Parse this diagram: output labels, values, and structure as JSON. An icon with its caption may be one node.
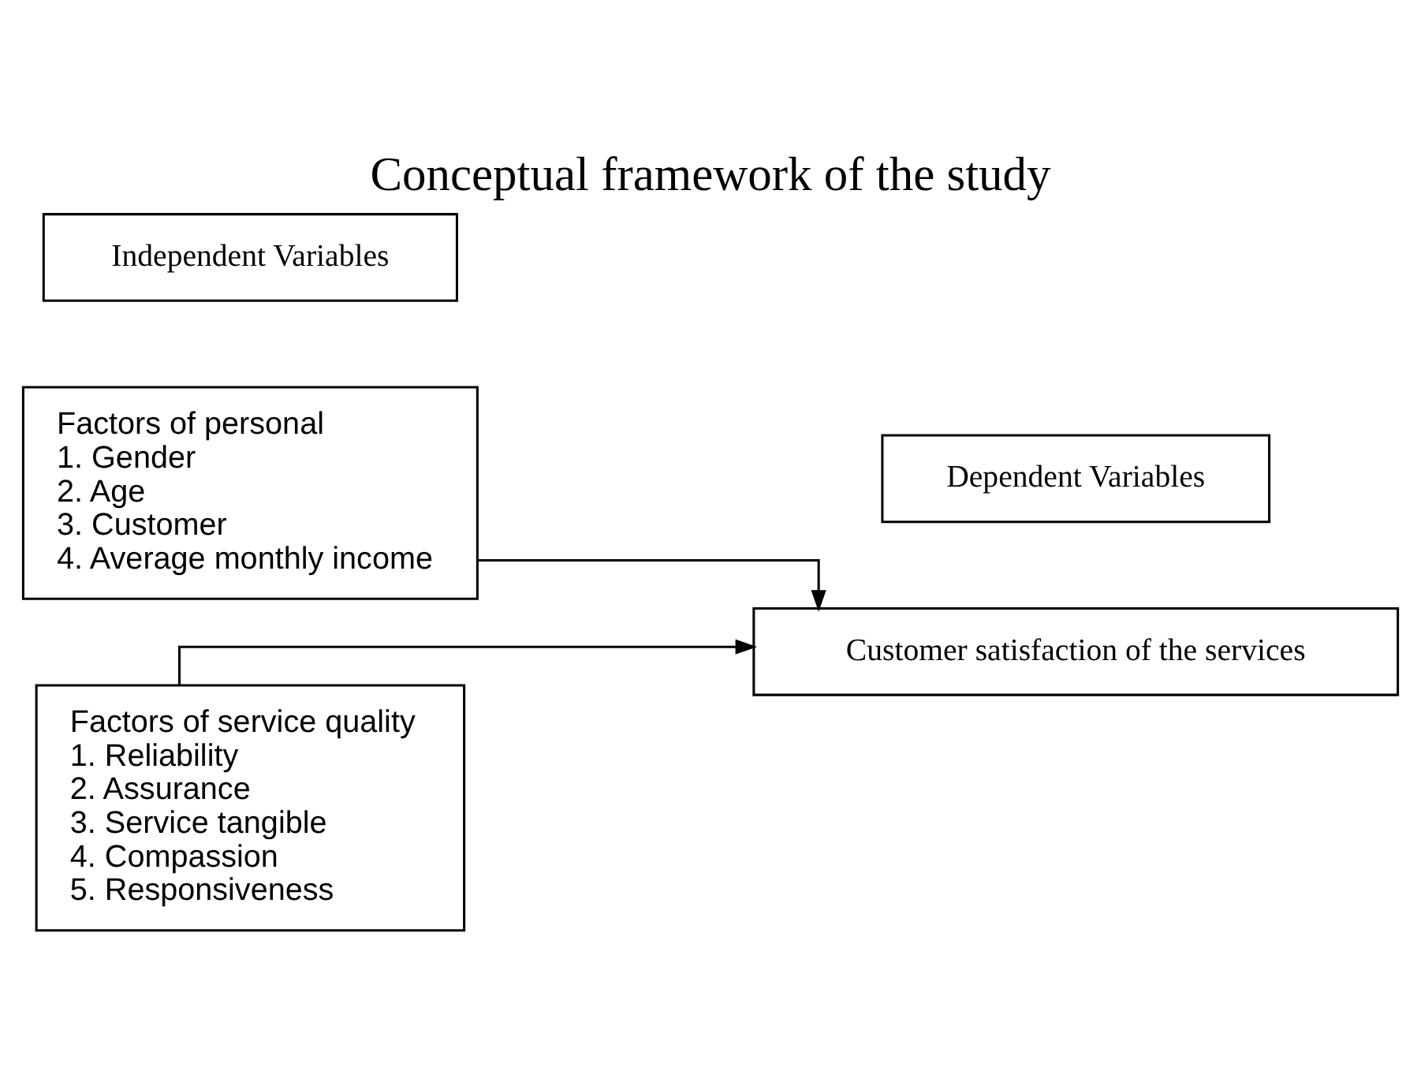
{
  "diagram": {
    "title": "Conceptual framework of the study",
    "nodes": [
      {
        "text": [
          "Independent Variables"
        ]
      },
      {
        "text": [
          "Dependent Variables"
        ]
      },
      {
        "text": [
          "Factors of personal",
          "1. Gender",
          "2. Age",
          "3. Customer",
          "4. Average monthly income"
        ]
      },
      {
        "text": [
          "Factors of service quality",
          "1. Reliability",
          "2. Assurance",
          "3. Service tangible",
          "4. Compassion",
          "5. Responsiveness"
        ]
      },
      {
        "text": [
          "Customer satisfaction of the services"
        ]
      }
    ],
    "edges": [
      {
        "from": 2,
        "to": 4,
        "arrow": "to"
      },
      {
        "from": 3,
        "to": 4,
        "arrow": "to"
      }
    ]
  }
}
